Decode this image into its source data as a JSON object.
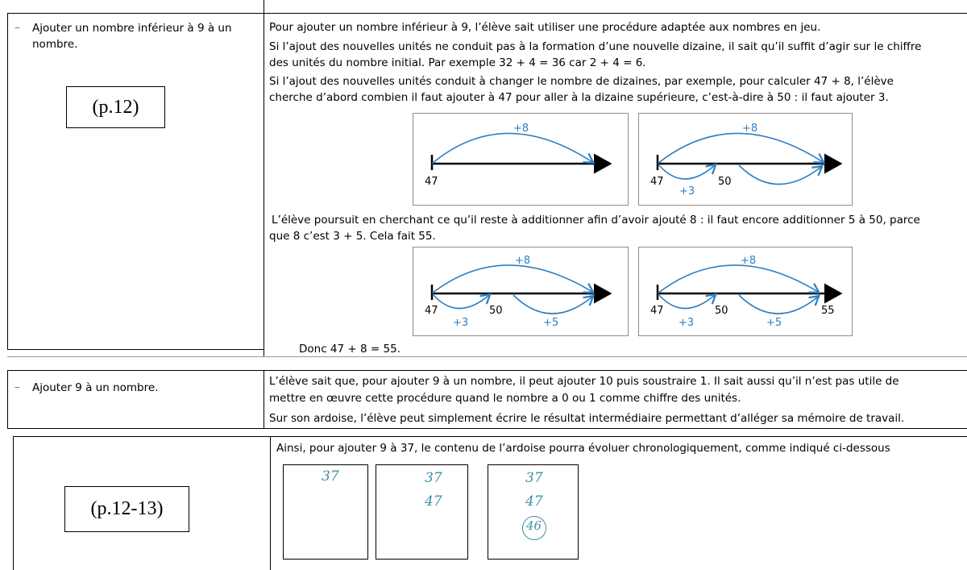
{
  "section1": {
    "item": "Ajouter un nombre inférieur à 9 à un nombre.",
    "page_ref": "(p.12)",
    "para1": "Pour ajouter un nombre inférieur à 9, l’élève sait utiliser une procédure adaptée aux nombres en jeu.",
    "para2_line1": "Si l’ajout des nouvelles unités ne conduit pas à la formation d’une nouvelle dizaine, il sait qu’il suffit d’agir sur le chiffre",
    "para2_line2": "des unités du nombre initial. Par exemple 32 + 4 = 36 car 2 + 4 = 6.",
    "para3_line1": "Si l’ajout des nouvelles unités conduit à changer le nombre de dizaines, par exemple, pour calculer 47 + 8, l’élève",
    "para3_line2": "cherche d’abord combien il faut ajouter à 47 pour aller à la dizaine supérieure, c’est-à-dire à 50 : il faut ajouter 3.",
    "para4_line1": "L’élève poursuit en cherchant ce qu’il reste à additionner afin d’avoir ajouté 8 : il faut encore additionner 5 à 50, parce",
    "para4_line2": "que 8 c’est 3 + 5. Cela fait 55.",
    "conclusion": "Donc 47 + 8 = 55.",
    "figures": {
      "n47": "47",
      "n50": "50",
      "n55": "55",
      "plus8": "+8",
      "plus3": "+3",
      "plus5": "+5"
    }
  },
  "section2": {
    "item": "Ajouter 9 à un nombre.",
    "para1_line1": "L’élève sait que, pour ajouter 9 à un nombre, il peut ajouter 10 puis soustraire 1. Il sait aussi qu’il n’est pas utile de",
    "para1_line2": "mettre en œuvre cette procédure quand le nombre a 0 ou 1 comme chiffre des unités.",
    "para2": "Sur son ardoise, l’élève peut simplement écrire le résultat intermédiaire permettant d’alléger sa mémoire de travail."
  },
  "section3": {
    "page_ref": "(p.12-13)",
    "para1": "Ainsi, pour ajouter 9 à 37, le contenu de l’ardoise pourra évoluer chronologiquement, comme indiqué ci-dessous",
    "slate1": [
      "37"
    ],
    "slate2": [
      "37",
      "47"
    ],
    "slate3": [
      "37",
      "47",
      "46"
    ]
  },
  "colors": {
    "arrow": "#2f7fc1",
    "axis": "#000000",
    "slate_ink": "#3e8ea6"
  }
}
